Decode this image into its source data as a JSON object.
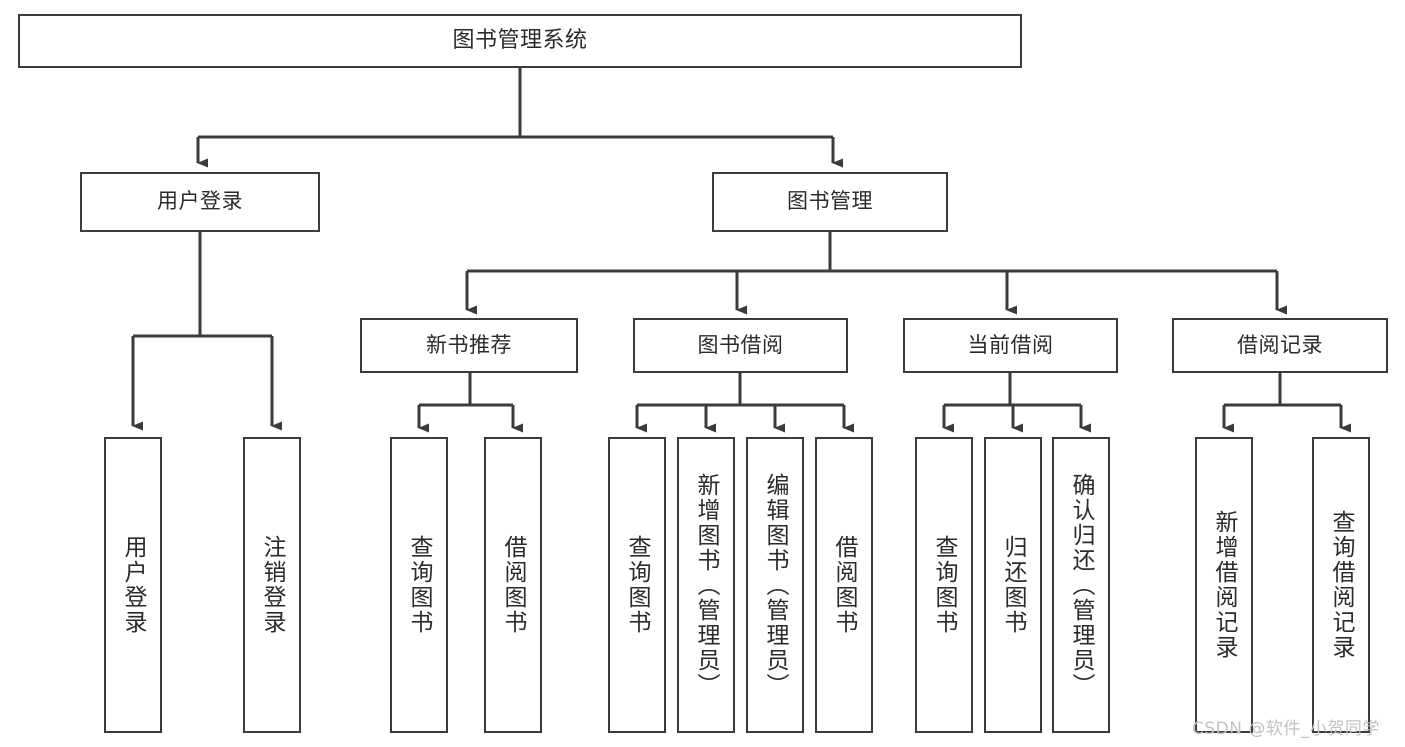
{
  "diagram": {
    "title": "图书管理系统",
    "type": "functional-structure-tree",
    "watermark": "CSDN @软件_小贺同学",
    "colors": {
      "box_border": "#3b3b3b",
      "box_fill": "#ffffff",
      "edge": "#3b3b3b",
      "text": "#2b2b2b",
      "watermark": "#c2c2c2",
      "background": "#ffffff"
    },
    "root": {
      "label": "图书管理系统"
    },
    "level2": [
      {
        "id": "user-login",
        "label": "用户登录"
      },
      {
        "id": "book-manage",
        "label": "图书管理"
      }
    ],
    "level3": [
      {
        "id": "new-book-recommend",
        "label": "新书推荐"
      },
      {
        "id": "book-borrow",
        "label": "图书借阅"
      },
      {
        "id": "current-borrow",
        "label": "当前借阅"
      },
      {
        "id": "borrow-record",
        "label": "借阅记录"
      }
    ],
    "leaves": {
      "user_login": [
        {
          "id": "leaf-user-login",
          "label": "用户登录"
        },
        {
          "id": "leaf-logout-login",
          "label": "注销登录"
        }
      ],
      "new_book_recommend": [
        {
          "id": "leaf-query-book-1",
          "label": "查询图书"
        },
        {
          "id": "leaf-borrow-book-1",
          "label": "借阅图书"
        }
      ],
      "book_borrow": [
        {
          "id": "leaf-query-book-2",
          "label": "查询图书"
        },
        {
          "id": "leaf-add-book",
          "label": "新增图书（管理员）"
        },
        {
          "id": "leaf-edit-book",
          "label": "编辑图书（管理员）"
        },
        {
          "id": "leaf-borrow-book-2",
          "label": "借阅图书"
        }
      ],
      "current_borrow": [
        {
          "id": "leaf-query-book-3",
          "label": "查询图书"
        },
        {
          "id": "leaf-return-book",
          "label": "归还图书"
        },
        {
          "id": "leaf-confirm-return",
          "label": "确认归还（管理员）"
        }
      ],
      "borrow_record": [
        {
          "id": "leaf-add-record",
          "label": "新增借阅记录"
        },
        {
          "id": "leaf-query-record",
          "label": "查询借阅记录"
        }
      ]
    }
  }
}
